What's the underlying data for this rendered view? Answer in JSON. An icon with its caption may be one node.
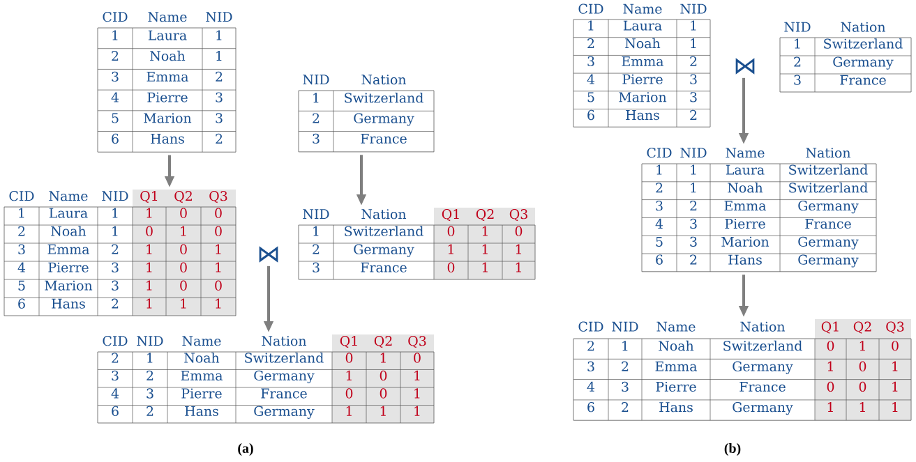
{
  "diagram": {
    "nodes": [
      {
        "text": [
          "CID",
          "Name",
          "NID",
          "1",
          "Laura",
          "1",
          "2",
          "Noah",
          "1",
          "3",
          "Emma",
          "2",
          "4",
          "Pierre",
          "3",
          "5",
          "Marion",
          "3",
          "6",
          "Hans",
          "2"
        ]
      },
      {
        "text": [
          "NID",
          "Nation",
          "1",
          "Switzerland",
          "2",
          "Germany",
          "3",
          "France"
        ]
      },
      {
        "text": [
          "CID",
          "Name",
          "NID",
          "Q1",
          "Q2",
          "Q3",
          "1",
          "Laura",
          "1",
          "1",
          "0",
          "0",
          "2",
          "Noah",
          "1",
          "0",
          "1",
          "0",
          "3",
          "Emma",
          "2",
          "1",
          "0",
          "1",
          "4",
          "Pierre",
          "3",
          "1",
          "0",
          "1",
          "5",
          "Marion",
          "3",
          "1",
          "0",
          "0",
          "6",
          "Hans",
          "2",
          "1",
          "1",
          "1"
        ]
      },
      {
        "text": [
          "NID",
          "Nation",
          "Q1",
          "Q2",
          "Q3",
          "1",
          "Switzerland",
          "0",
          "1",
          "0",
          "2",
          "Germany",
          "1",
          "1",
          "1",
          "3",
          "France",
          "0",
          "1",
          "1"
        ]
      },
      {
        "text": [
          "⋈"
        ]
      },
      {
        "text": [
          "CID",
          "NID",
          "Name",
          "Nation",
          "Q1",
          "Q2",
          "Q3",
          "2",
          "1",
          "Noah",
          "Switzerland",
          "0",
          "1",
          "0",
          "3",
          "2",
          "Emma",
          "Germany",
          "1",
          "0",
          "1",
          "4",
          "3",
          "Pierre",
          "France",
          "0",
          "0",
          "1",
          "6",
          "2",
          "Hans",
          "Germany",
          "1",
          "1",
          "1"
        ]
      },
      {
        "text": [
          "CID",
          "Name",
          "NID",
          "1",
          "Laura",
          "1",
          "2",
          "Noah",
          "1",
          "3",
          "Emma",
          "2",
          "4",
          "Pierre",
          "3",
          "5",
          "Marion",
          "3",
          "6",
          "Hans",
          "2"
        ]
      },
      {
        "text": [
          "NID",
          "Nation",
          "1",
          "Switzerland",
          "2",
          "Germany",
          "3",
          "France"
        ]
      },
      {
        "text": [
          "⋈"
        ]
      },
      {
        "text": [
          "CID",
          "NID",
          "Name",
          "Nation",
          "1",
          "1",
          "Laura",
          "Switzerland",
          "2",
          "1",
          "Noah",
          "Switzerland",
          "3",
          "2",
          "Emma",
          "Germany",
          "4",
          "3",
          "Pierre",
          "France",
          "5",
          "3",
          "Marion",
          "Germany",
          "6",
          "2",
          "Hans",
          "Germany"
        ]
      },
      {
        "text": [
          "CID",
          "NID",
          "Name",
          "Nation",
          "Q1",
          "Q2",
          "Q3",
          "2",
          "1",
          "Noah",
          "Switzerland",
          "0",
          "1",
          "0",
          "3",
          "2",
          "Emma",
          "Germany",
          "1",
          "0",
          "1",
          "4",
          "3",
          "Pierre",
          "France",
          "0",
          "0",
          "1",
          "6",
          "2",
          "Hans",
          "Germany",
          "1",
          "1",
          "1"
        ]
      }
    ],
    "edges": [
      {
        "from": 0,
        "to": 2,
        "arrow": "to"
      },
      {
        "from": 1,
        "to": 3,
        "arrow": "to"
      },
      {
        "from": 4,
        "to": 5,
        "arrow": "to"
      },
      {
        "from": 8,
        "to": 9,
        "arrow": "to"
      },
      {
        "from": 9,
        "to": 10,
        "arrow": "to"
      }
    ],
    "labels": [
      "(a)",
      "(b)"
    ]
  }
}
